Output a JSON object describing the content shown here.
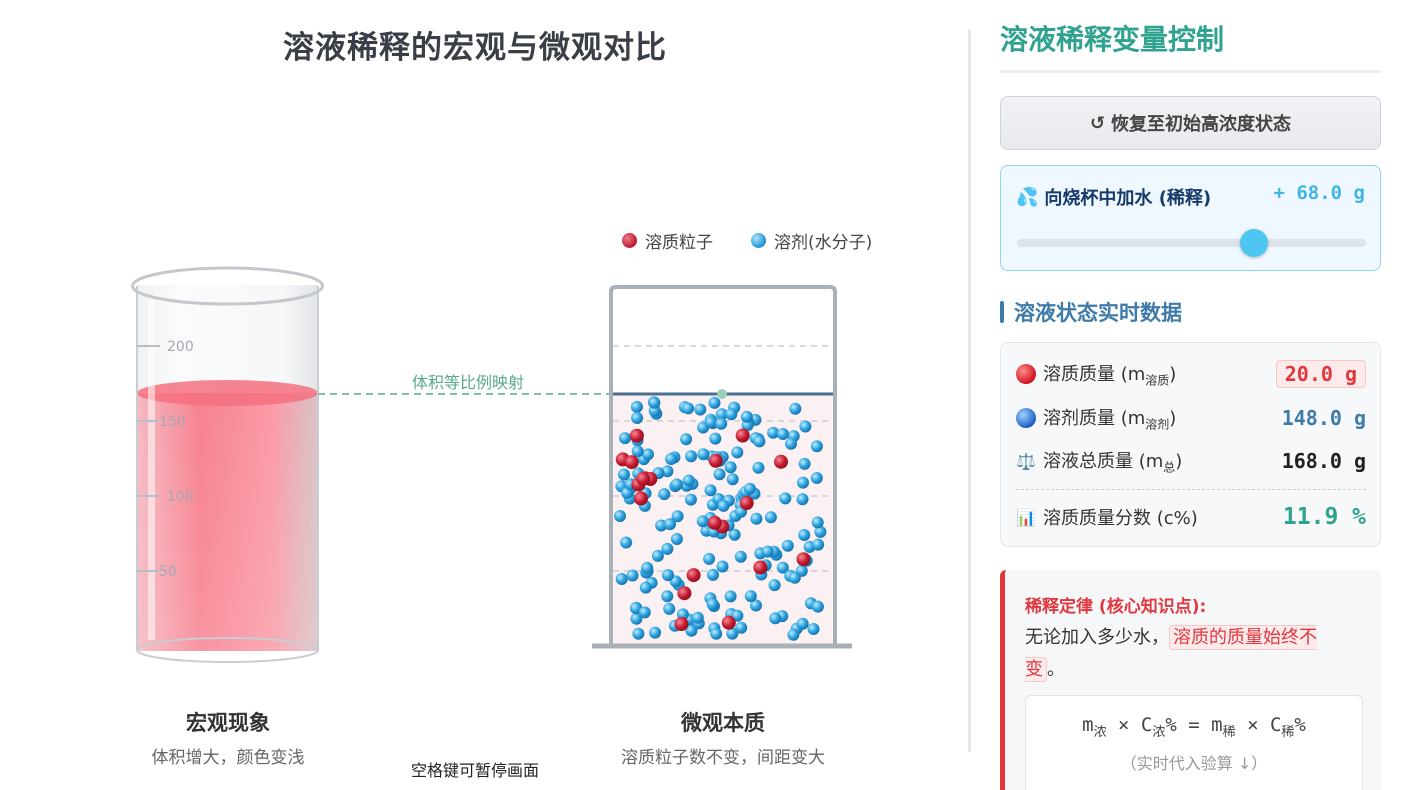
{
  "title": "溶液稀释的宏观与微观对比",
  "legend": {
    "solute": "溶质粒子",
    "solvent": "溶剂(水分子)"
  },
  "beaker": {
    "ticks": [
      "200",
      "150",
      "100",
      "50"
    ],
    "map_label": "体积等比例映射"
  },
  "captions": {
    "macro_title": "宏观现象",
    "macro_sub": "体积增大，颜色变浅",
    "micro_title": "微观本质",
    "micro_sub": "溶质粒子数不变，间距变大"
  },
  "pause_hint": "空格键可暂停画面",
  "panel": {
    "title": "溶液稀释变量控制",
    "reset_label": "恢复至初始高浓度状态",
    "reset_icon": "↺",
    "water_icon": "💦",
    "water_label": "向烧杯中加水 (稀释)",
    "water_value": "+ 68.0 g",
    "slider_fraction": 0.68,
    "data_heading": "溶液状态实时数据",
    "rows": {
      "solute_label": "溶质质量 (m",
      "solute_sub": "溶质",
      "solute_value": "20.0 g",
      "solvent_label": "溶剂质量 (m",
      "solvent_sub": "溶剂",
      "solvent_value": "148.0 g",
      "total_icon": "⚖️",
      "total_label": "溶液总质量 (m",
      "total_sub": "总",
      "total_value": "168.0 g",
      "fraction_icon": "📊",
      "fraction_label": "溶质质量分数 (c%)",
      "fraction_value": "11.9 %"
    },
    "law": {
      "title": "稀释定律 (核心知识点):",
      "text_before": "无论加入多少水，",
      "highlight": "溶质的质量始终不变",
      "text_after": "。",
      "formula_m": "m",
      "sub_conc": "浓",
      "sub_dilute": "稀",
      "formula_c": "C",
      "formula_pct": "%",
      "hint": "（实时代入验算 ↓）"
    }
  },
  "colors": {
    "accent": "#2fa38f",
    "red": "#e0383f",
    "blue": "#3f7ba8",
    "liquid": "#f7818f"
  }
}
